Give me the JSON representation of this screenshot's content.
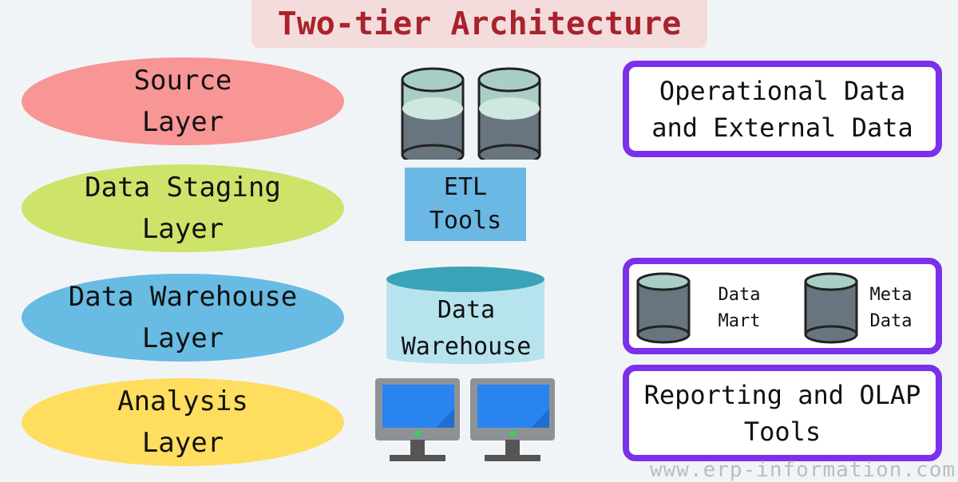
{
  "title": "Two-tier Architecture",
  "layers": [
    {
      "label": "Source\nLayer",
      "color": "#f89595"
    },
    {
      "label": "Data Staging\nLayer",
      "color": "#cde36a"
    },
    {
      "label": "Data Warehouse\nLayer",
      "color": "#68bbe3"
    },
    {
      "label": "Analysis\nLayer",
      "color": "#ffdd5e"
    }
  ],
  "etl_label": "ETL\nTools",
  "warehouse_label": "Data\nWarehouse",
  "boxes": {
    "operational": "Operational Data\nand External Data",
    "data_mart": "Data\nMart",
    "meta_data": "Meta\nData",
    "reporting": "Reporting and OLAP\nTools"
  },
  "footer": "www.erp-information.com",
  "colors": {
    "accent": "#7b30ea",
    "title": "#a8232c",
    "cylinder": "#68757e",
    "monitor": "#2a84f0"
  }
}
